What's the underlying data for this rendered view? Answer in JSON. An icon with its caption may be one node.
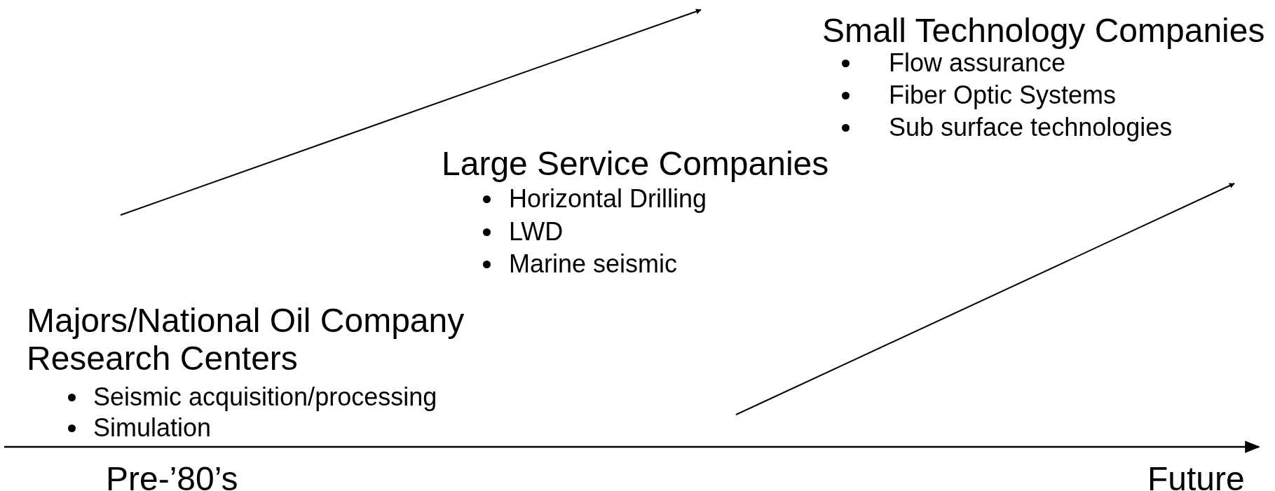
{
  "diagram": {
    "labels": [
      "Small Technology Companies",
      "Flow assurance",
      "Fiber Optic Systems",
      "Sub surface technologies",
      "Large Service Companies",
      "Horizontal Drilling",
      "LWD",
      "Marine seismic",
      "Majors/National Oil Company Research Centers",
      "Seismic acquisition/processing",
      "Simulation",
      "Pre-’80’s",
      "Future"
    ]
  }
}
